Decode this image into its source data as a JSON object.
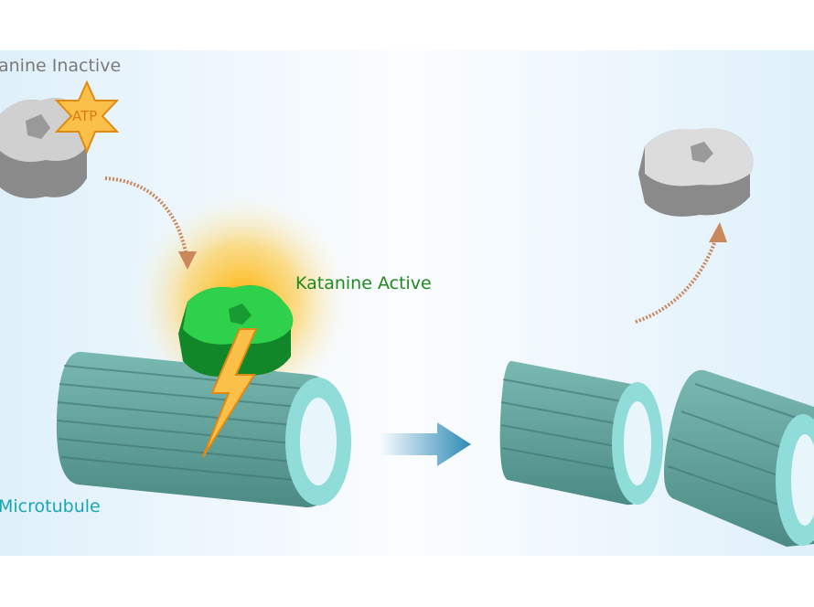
{
  "labels": {
    "inactive": "anine Inactive",
    "atp": "ATP",
    "active": "Katanine Active",
    "microtubule": "Microtubule"
  },
  "colors": {
    "inactive_text": "#7a7a7a",
    "active_text": "#1e8a1e",
    "microtubule_text": "#1aa6b8",
    "microtubule": "#5e9e98",
    "microtubule_rim": "#8fdcd8",
    "katanine_active": "#1fbf3a",
    "katanine_inactive": "#c8c8c8",
    "arrow": "#2d8ab5"
  }
}
